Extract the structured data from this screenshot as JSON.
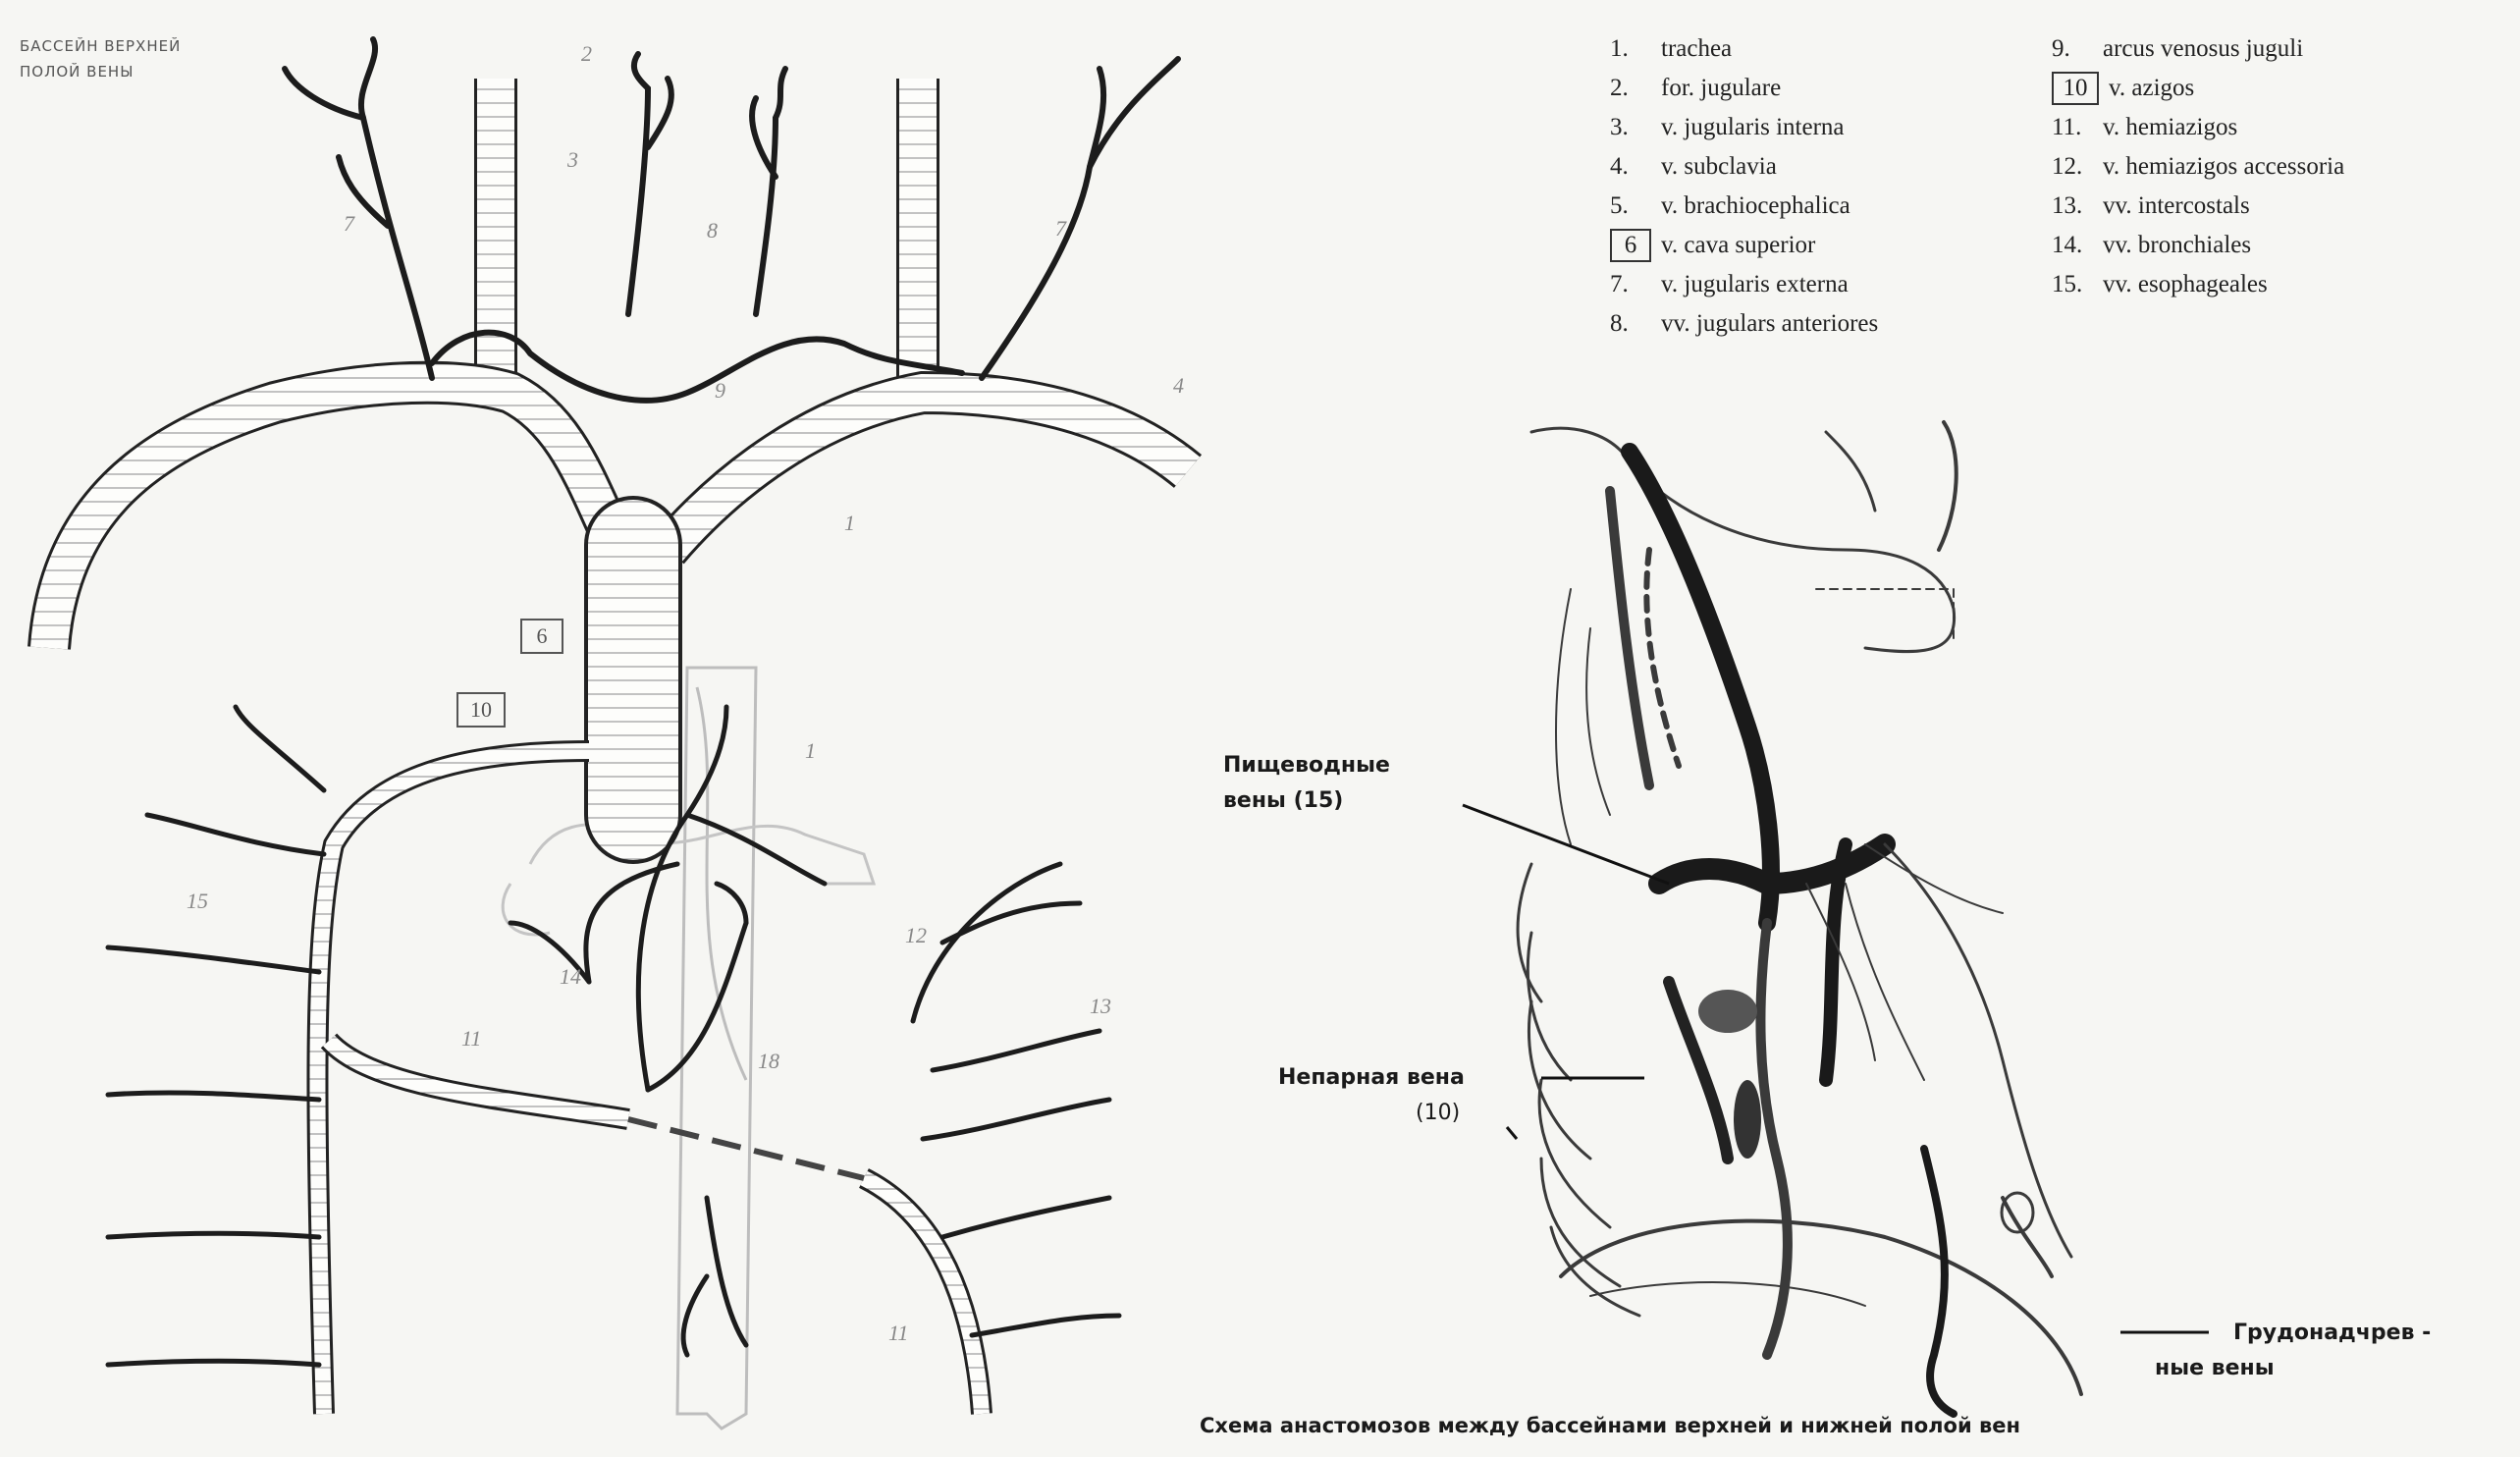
{
  "corner_label": {
    "line1": "БАССЕЙН ВЕРХНЕЙ",
    "line2": "ПОЛОЙ ВЕНЫ"
  },
  "legend": {
    "left_column": [
      {
        "num": "1.",
        "text": "trachea",
        "boxed": false
      },
      {
        "num": "2.",
        "text": "for. jugulare",
        "boxed": false
      },
      {
        "num": "3.",
        "text": "v. jugularis interna",
        "boxed": false
      },
      {
        "num": "4.",
        "text": "v. subclavia",
        "boxed": false
      },
      {
        "num": "5.",
        "text": "v. brachiocephalica",
        "boxed": false
      },
      {
        "num": "6",
        "text": "v. cava superior",
        "boxed": true
      },
      {
        "num": "7.",
        "text": "v. jugularis externa",
        "boxed": false
      },
      {
        "num": "8.",
        "text": "vv. jugulars anteriores",
        "boxed": false
      }
    ],
    "right_column": [
      {
        "num": "9.",
        "text": "arcus venosus juguli",
        "boxed": false
      },
      {
        "num": "10",
        "text": "v. azigos",
        "boxed": true
      },
      {
        "num": "11.",
        "text": "v. hemiazigos",
        "boxed": false
      },
      {
        "num": "12.",
        "text": "v. hemiazigos accessoria",
        "boxed": false
      },
      {
        "num": "13.",
        "text": "vv. intercostals",
        "boxed": false
      },
      {
        "num": "14.",
        "text": "vv. bronchiales",
        "boxed": false
      },
      {
        "num": "15.",
        "text": "vv. esophageales",
        "boxed": false
      }
    ]
  },
  "left_diagram_numbers": {
    "n2": "2",
    "n3": "3",
    "n7a": "7",
    "n7b": "7",
    "n8": "8",
    "n9": "9",
    "n4": "4",
    "n1": "1",
    "n6": "6",
    "n10": "10",
    "n1b": "1",
    "n15": "15",
    "n14": "14",
    "n12": "12",
    "n13": "13",
    "n11": "11",
    "n18": "18",
    "n11b": "11"
  },
  "callouts": {
    "esophageal_line1": "Пищеводные",
    "esophageal_line2": "вены  (15)",
    "azygos_line1": "Непарная вена",
    "azygos_line2": "(10)",
    "thoracoepi_line1": "Грудонадчрев -",
    "thoracoepi_line2": "ные вены"
  },
  "caption": "Схема анастомозов между бассейнами верхней и нижней полой вен"
}
